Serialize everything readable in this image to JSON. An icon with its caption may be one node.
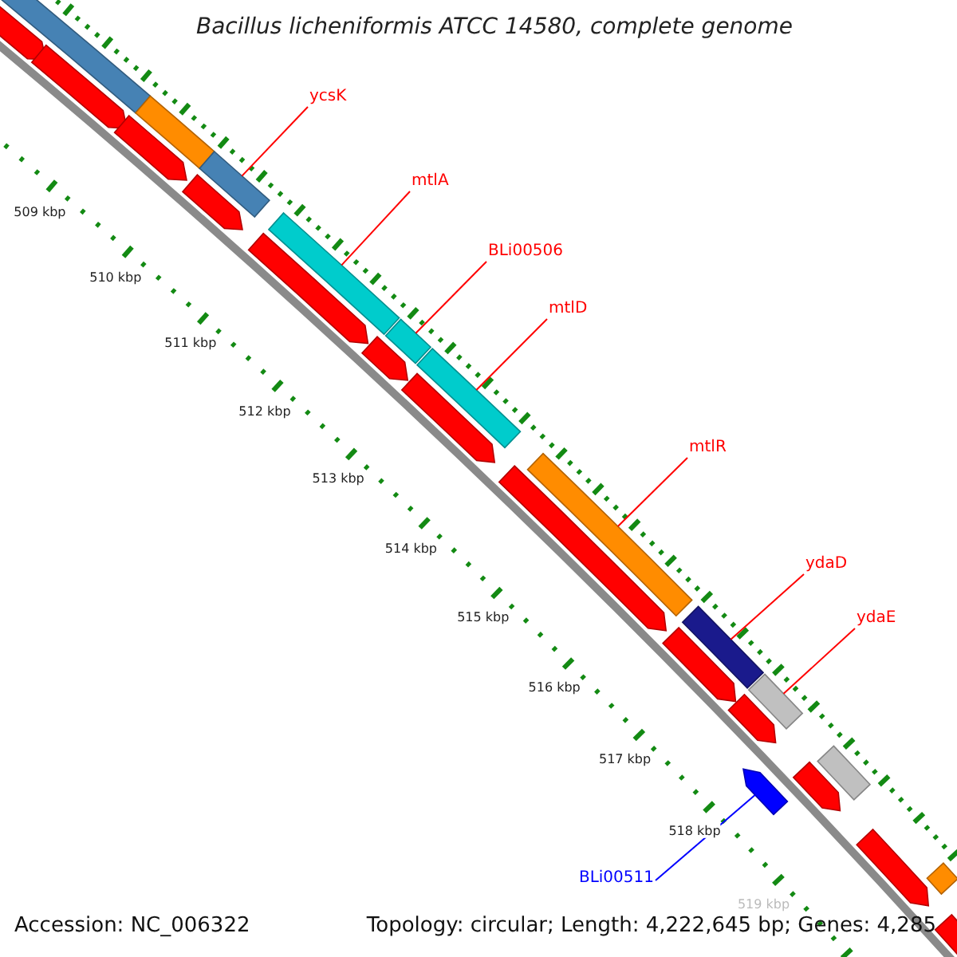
{
  "diagram": {
    "title": "Bacillus licheniformis ATCC 14580, complete genome",
    "nodes": [
      {
        "text": [
          "ycsK"
        ]
      },
      {
        "text": [
          "mtlA"
        ]
      },
      {
        "text": [
          "BLi00506"
        ]
      },
      {
        "text": [
          "mtlD"
        ]
      },
      {
        "text": [
          "mtlR"
        ]
      },
      {
        "text": [
          "ydaD"
        ]
      },
      {
        "text": [
          "ydaE"
        ]
      },
      {
        "text": [
          "BLi00511"
        ]
      },
      {
        "text": [],
        "shape": "bar"
      },
      {
        "text": [],
        "shape": "arrow"
      },
      {
        "text": [],
        "shape": "arrow"
      },
      {
        "text": [],
        "shape": "bar"
      },
      {
        "text": [],
        "shape": "arrow"
      },
      {
        "text": [],
        "shape": "bar"
      },
      {
        "text": [],
        "shape": "arrow"
      },
      {
        "text": [],
        "shape": "bar"
      },
      {
        "text": [],
        "shape": "arrow"
      },
      {
        "text": [],
        "shape": "bar"
      },
      {
        "text": [],
        "shape": "arrow"
      },
      {
        "text": [],
        "shape": "bar"
      },
      {
        "text": [],
        "shape": "arrow"
      },
      {
        "text": [],
        "shape": "arrow"
      },
      {
        "text": [],
        "shape": "bar"
      },
      {
        "text": [],
        "shape": "arrow"
      },
      {
        "text": [],
        "shape": "bar"
      },
      {
        "text": [],
        "shape": "arrow"
      },
      {
        "text": [],
        "shape": "bar"
      },
      {
        "text": [],
        "shape": "arrow"
      },
      {
        "text": [],
        "shape": "arrow"
      },
      {
        "text": [],
        "shape": "bar"
      },
      {
        "text": [],
        "shape": "arrow"
      },
      {
        "text": [],
        "shape": "bar"
      },
      {
        "text": [],
        "shape": "arrow"
      }
    ],
    "edges": [
      {
        "from": 0,
        "to": 13,
        "arrow": "none"
      },
      {
        "from": 1,
        "to": 15,
        "arrow": "none"
      },
      {
        "from": 2,
        "to": 17,
        "arrow": "none"
      },
      {
        "from": 3,
        "to": 19,
        "arrow": "none"
      },
      {
        "from": 4,
        "to": 22,
        "arrow": "none"
      },
      {
        "from": 5,
        "to": 24,
        "arrow": "none"
      },
      {
        "from": 6,
        "to": 26,
        "arrow": "none"
      },
      {
        "from": 7,
        "to": 27,
        "arrow": "none",
        "color": "#0000ff"
      }
    ],
    "labels": [
      "509 kbp",
      "510 kbp",
      "511 kbp",
      "512 kbp",
      "513 kbp",
      "514 kbp",
      "515 kbp",
      "516 kbp",
      "517 kbp",
      "518 kbp",
      "519 kbp",
      "Accession: NC_006322",
      "Topology: circular; Length: 4,222,645 bp; Genes: 4,285"
    ]
  }
}
